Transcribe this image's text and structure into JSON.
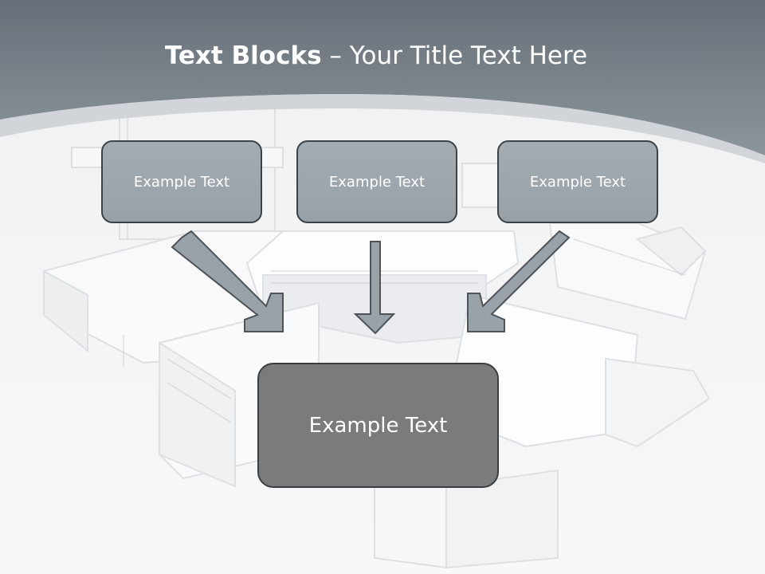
{
  "slide": {
    "title_bold": "Text Blocks",
    "title_dash": " – ",
    "title_rest": "Your Title Text Here"
  },
  "blocks": {
    "top": [
      "Example Text",
      "Example Text",
      "Example Text"
    ],
    "bottom": "Example Text"
  },
  "colors": {
    "header_band": "#7d868e",
    "box_fill": "#9ea6ae",
    "center_box_fill": "#7b7b7b",
    "arrow_fill": "#99a1a9"
  }
}
